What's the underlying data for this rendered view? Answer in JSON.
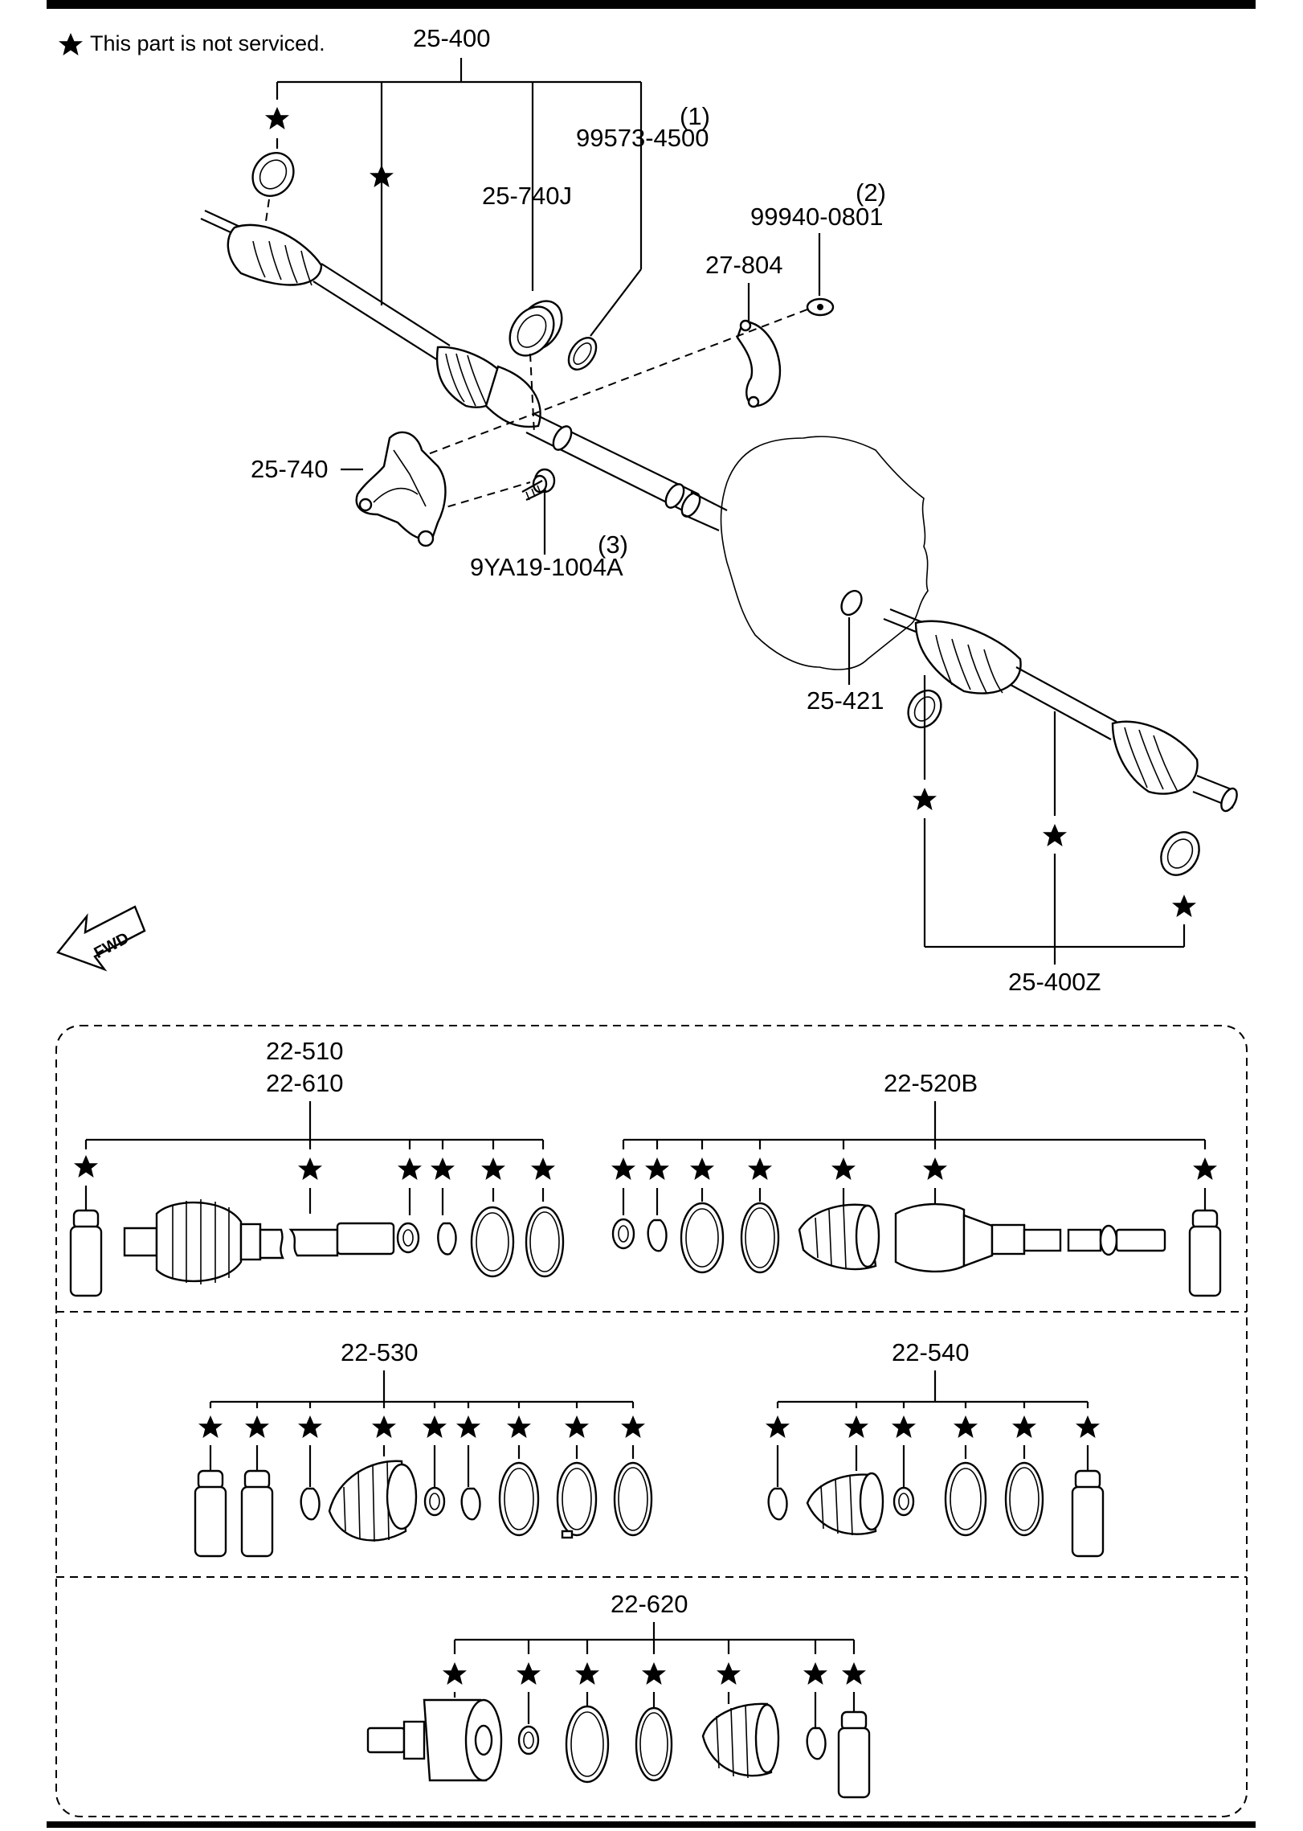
{
  "note": {
    "text": "This part is not serviced.",
    "icon": "star-icon"
  },
  "fwd_arrow_text": "FWD",
  "top_labels": {
    "assy_left": "25-400",
    "seal_pn": "99573-4500",
    "seal_idx": "(1)",
    "bearing": "25-740J",
    "nut_pn": "99940-0801",
    "nut_idx": "(2)",
    "bracket_cap": "27-804",
    "bracket": "25-740",
    "bolt_pn": "9YA19-1004A",
    "bolt_idx": "(3)",
    "clip": "25-421",
    "assy_right": "25-400Z"
  },
  "kits": [
    {
      "id": "kit1",
      "labels": [
        "22-510",
        "22-610"
      ]
    },
    {
      "id": "kit2",
      "labels": [
        "22-520B"
      ]
    },
    {
      "id": "kit3",
      "labels": [
        "22-530"
      ]
    },
    {
      "id": "kit4",
      "labels": [
        "22-540"
      ]
    },
    {
      "id": "kit5",
      "labels": [
        "22-620"
      ]
    }
  ],
  "colors": {
    "line": "#000000",
    "background": "#ffffff"
  }
}
